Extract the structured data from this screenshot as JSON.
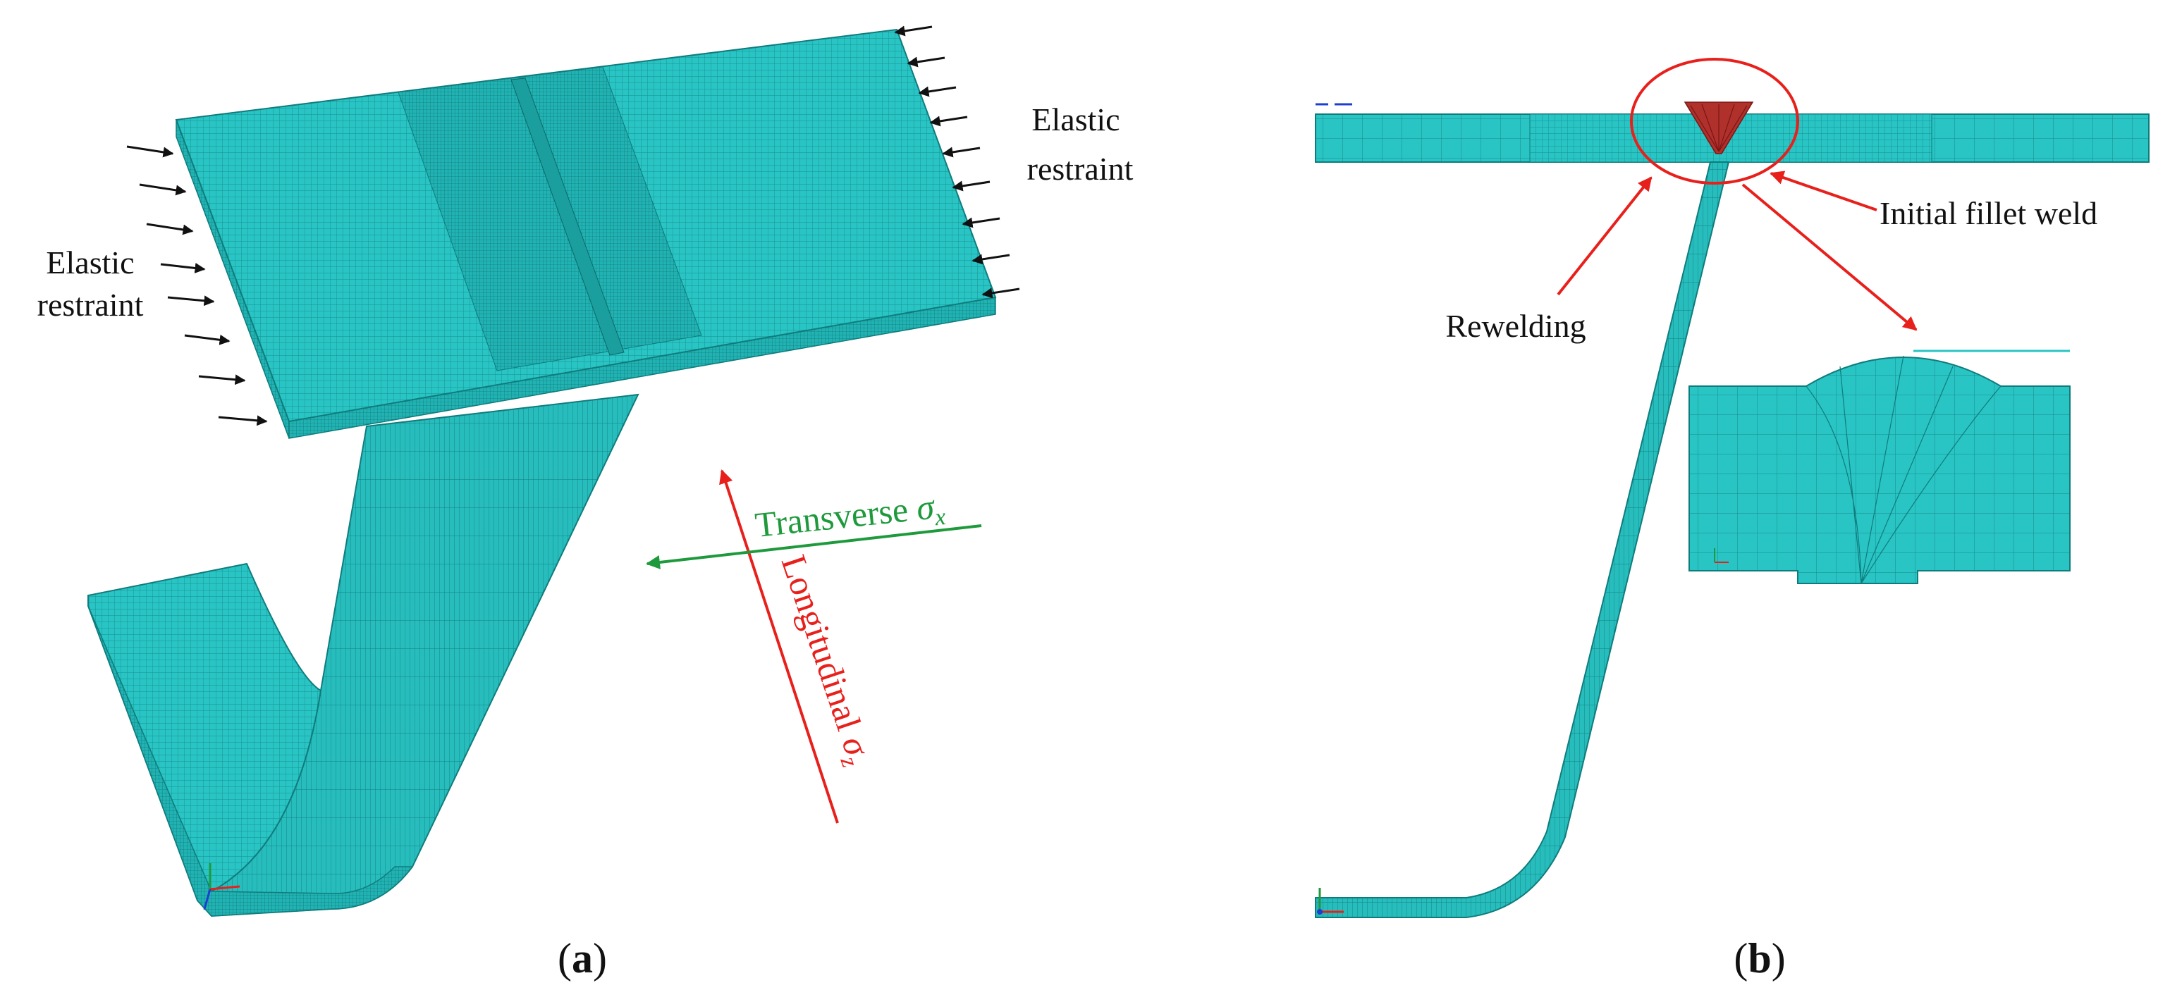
{
  "panel_a": {
    "label_open": "(",
    "label_letter": "a",
    "label_close": ")",
    "left_restraint_line1": "Elastic",
    "left_restraint_line2": "restraint",
    "right_restraint_line1": "Elastic",
    "right_restraint_line2": "restraint",
    "transverse_label": "Transverse ",
    "transverse_symbol": "σ",
    "transverse_subscript": "x",
    "longitudinal_label": "Longitudinal ",
    "longitudinal_symbol": "σ",
    "longitudinal_subscript": "z"
  },
  "panel_b": {
    "label_open": "(",
    "label_letter": "b",
    "label_close": ")",
    "rewelding_label": "Rewelding",
    "initial_weld_label": "Initial fillet weld"
  },
  "colors": {
    "mesh": "#29c4c4",
    "mesh_dark": "#139d9d",
    "mesh_line": "#0f7c7c",
    "weld": "#b0302c",
    "annotation_red": "#e8201c",
    "annotation_green": "#1e9a3c",
    "arrow_black": "#111111"
  }
}
